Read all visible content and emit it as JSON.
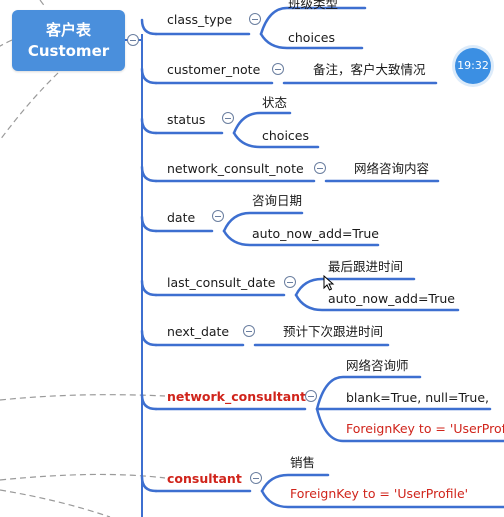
{
  "root": {
    "title_cn": "客户表",
    "title_en": "Customer"
  },
  "fields": [
    {
      "name": "class_type",
      "children": [
        "班级类型",
        "choices"
      ]
    },
    {
      "name": "customer_note",
      "children": [
        "备注，客户大致情况"
      ]
    },
    {
      "name": "status",
      "children": [
        "状态",
        "choices"
      ]
    },
    {
      "name": "network_consult_note",
      "children": [
        "网络咨询内容"
      ]
    },
    {
      "name": "date",
      "children": [
        "咨询日期",
        "auto_now_add=True"
      ]
    },
    {
      "name": "last_consult_date",
      "children": [
        "最后跟进时间",
        "auto_now_add=True"
      ]
    },
    {
      "name": "next_date",
      "children": [
        "预计下次跟进时间"
      ]
    },
    {
      "name": "network_consultant",
      "children": [
        "网络咨询师",
        "blank=True, null=True,",
        "ForeignKey to = 'UserProfile'"
      ]
    },
    {
      "name": "consultant",
      "children": [
        "销售",
        "ForeignKey to = 'UserProfile'"
      ]
    }
  ],
  "timer": "19:32",
  "colors": {
    "root": "#4a8fdc",
    "branch": "#3d6fd0",
    "highlight": "#d0241b",
    "timer": "#3b8fe3"
  }
}
